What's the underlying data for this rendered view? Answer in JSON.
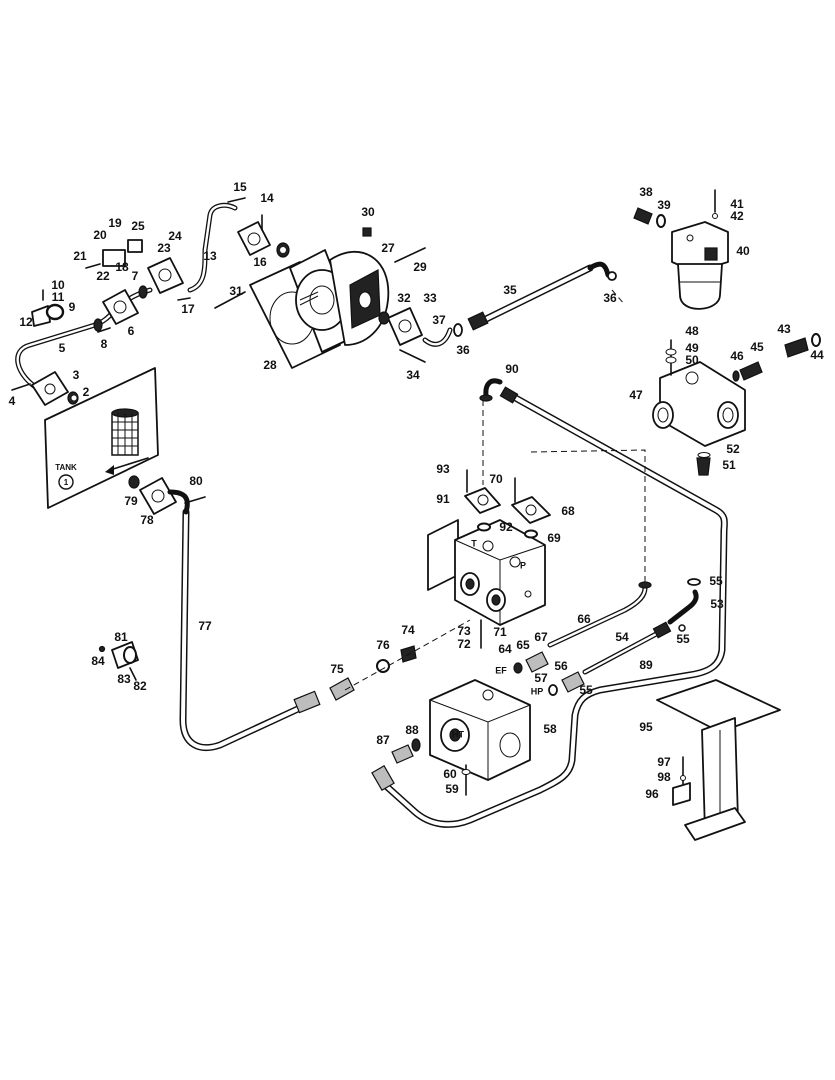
{
  "tank": {
    "label": "TANK",
    "number": "1"
  },
  "ports": {
    "t": "T",
    "p": "P",
    "ef": "EF",
    "hp": "HP",
    "ht": "HT"
  },
  "callouts": {
    "n2": "2",
    "n3": "3",
    "n4": "4",
    "n5": "5",
    "n6": "6",
    "n7": "7",
    "n8": "8",
    "n9": "9",
    "n10": "10",
    "n11": "11",
    "n12": "12",
    "n13": "13",
    "n14": "14",
    "n15": "15",
    "n16": "16",
    "n17": "17",
    "n18": "18",
    "n19": "19",
    "n20": "20",
    "n21": "21",
    "n22": "22",
    "n23": "23",
    "n24": "24",
    "n25": "25",
    "n27": "27",
    "n28": "28",
    "n29": "29",
    "n30": "30",
    "n31": "31",
    "n32": "32",
    "n33": "33",
    "n34": "34",
    "n35": "35",
    "n36a": "36",
    "n36b": "36",
    "n37": "37",
    "n38": "38",
    "n39": "39",
    "n40": "40",
    "n41": "41",
    "n42": "42",
    "n43": "43",
    "n44": "44",
    "n45": "45",
    "n46": "46",
    "n47": "47",
    "n48": "48",
    "n49": "49",
    "n50": "50",
    "n51": "51",
    "n52": "52",
    "n53": "53",
    "n54": "54",
    "n55a": "55",
    "n55b": "55",
    "n55c": "55",
    "n56": "56",
    "n57": "57",
    "n58": "58",
    "n59": "59",
    "n60": "60",
    "n64": "64",
    "n65": "65",
    "n66": "66",
    "n67": "67",
    "n68": "68",
    "n69": "69",
    "n70": "70",
    "n71": "71",
    "n72": "72",
    "n73": "73",
    "n74": "74",
    "n75": "75",
    "n76": "76",
    "n77": "77",
    "n78": "78",
    "n79": "79",
    "n80": "80",
    "n81": "81",
    "n82": "82",
    "n83": "83",
    "n84": "84",
    "n87": "87",
    "n88": "88",
    "n89": "89",
    "n90": "90",
    "n91": "91",
    "n92": "92",
    "n93": "93",
    "n95": "95",
    "n96": "96",
    "n97": "97",
    "n98": "98"
  }
}
